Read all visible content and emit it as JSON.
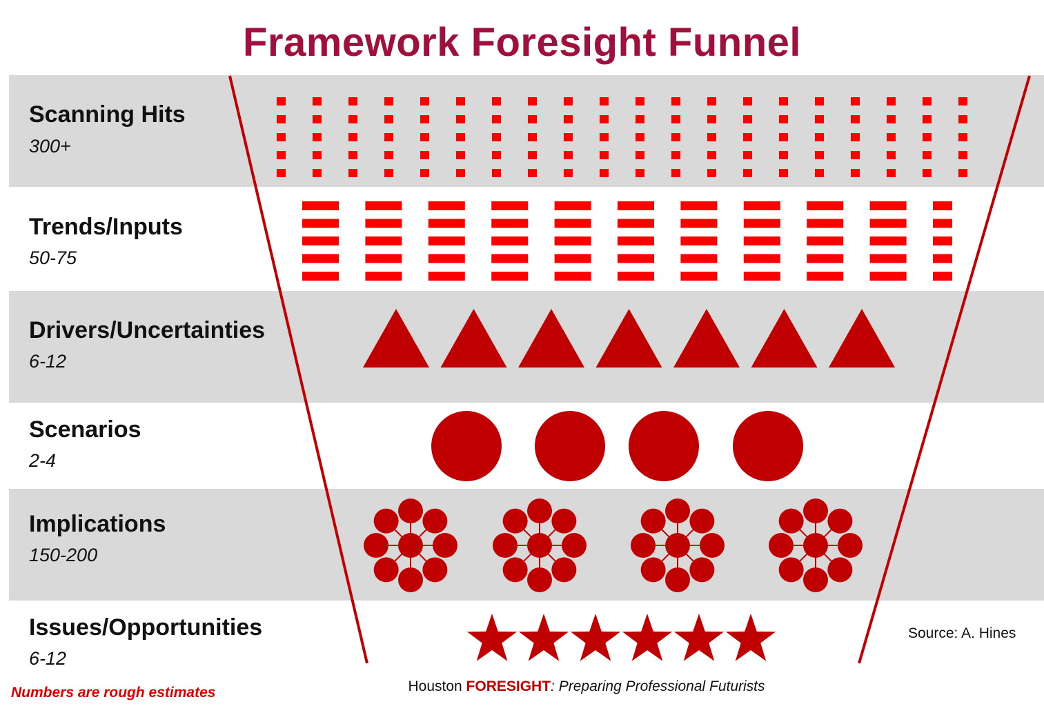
{
  "title": "Framework Foresight Funnel",
  "colors": {
    "title": "#a0103c",
    "shape": "#c00000",
    "dash": "#ff0000",
    "band": "#d9d9d9",
    "note": "#e00000"
  },
  "stages": [
    {
      "label": "Scanning Hits",
      "count": "300+",
      "icon": "small-square-dots"
    },
    {
      "label": "Trends/Inputs",
      "count": "50-75",
      "icon": "dash-bar-stack"
    },
    {
      "label": "Drivers/Uncertainties",
      "count": "6-12",
      "icon": "triangle"
    },
    {
      "label": "Scenarios",
      "count": "2-4",
      "icon": "circle"
    },
    {
      "label": "Implications",
      "count": "150-200",
      "icon": "circle-cluster"
    },
    {
      "label": "Issues/Opportunities",
      "count": "6-12",
      "icon": "star"
    }
  ],
  "note": "Numbers are rough estimates",
  "source": "Source: A. Hines",
  "footer": {
    "prefix": "Houston ",
    "brand": "FORESIGHT",
    "tagline": ": Preparing Professional Futurists"
  }
}
